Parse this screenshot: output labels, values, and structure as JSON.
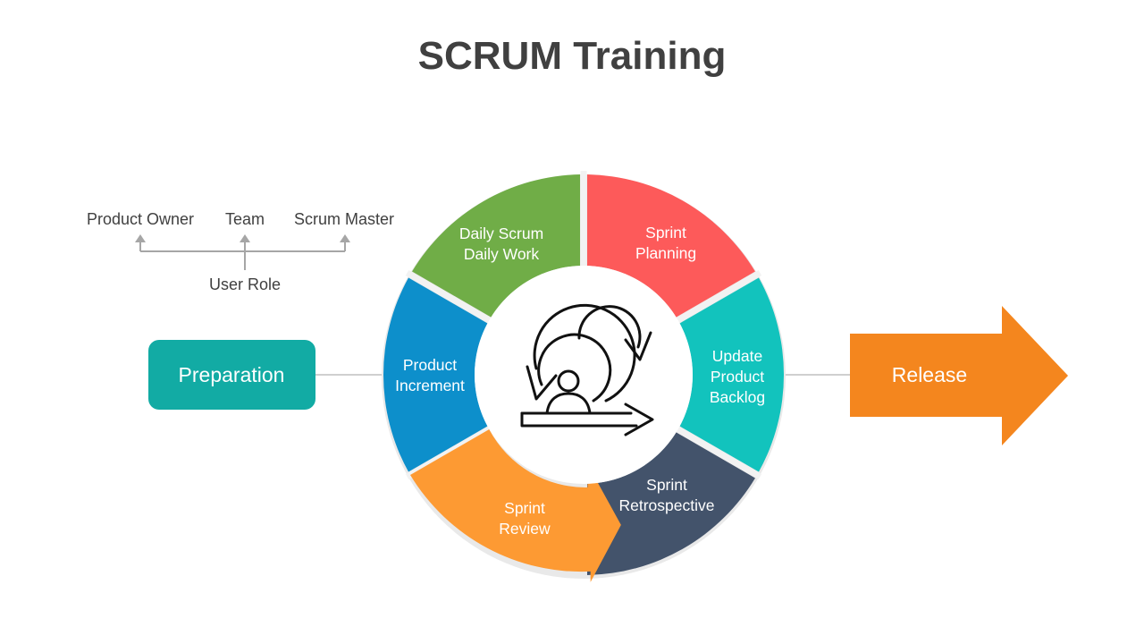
{
  "title": "SCRUM Training",
  "user_role": {
    "label": "User Role",
    "roles": [
      "Product Owner",
      "Team",
      "Scrum Master"
    ]
  },
  "preparation": {
    "label": "Preparation",
    "color": "#12ABA4"
  },
  "release": {
    "label": "Release",
    "color": "#F4861E"
  },
  "cycle": {
    "center_icon": "scrum-cycle-person-icon",
    "segments": [
      {
        "id": "sprint-planning",
        "lines": [
          "Sprint",
          "Planning"
        ],
        "color": "#FD5A5A"
      },
      {
        "id": "update-product-backlog",
        "lines": [
          "Update",
          "Product",
          "Backlog"
        ],
        "color": "#12C3BD"
      },
      {
        "id": "sprint-retrospective",
        "lines": [
          "Sprint",
          "Retrospective"
        ],
        "color": "#43536B"
      },
      {
        "id": "sprint-review",
        "lines": [
          "Sprint",
          "Review"
        ],
        "color": "#FD9A33"
      },
      {
        "id": "product-increment",
        "lines": [
          "Product",
          "Increment"
        ],
        "color": "#0D8FCB"
      },
      {
        "id": "daily-scrum",
        "lines": [
          "Daily Scrum",
          "Daily Work"
        ],
        "color": "#70AD47"
      }
    ]
  }
}
